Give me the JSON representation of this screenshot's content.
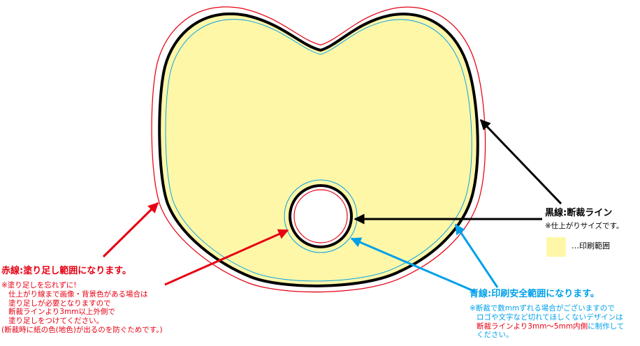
{
  "colors": {
    "bleed_red": "#e60012",
    "cut_black": "#000000",
    "safe_blue": "#00a0e9",
    "print_fill": "#fff7a8"
  },
  "red_label": {
    "title": "赤線:塗り足し範囲になります。",
    "lines": [
      "※塗り足しを忘れずに!",
      "仕上がり線まで画像・背景色がある場合は",
      "塗り足しが必要となりますので",
      "断裁ラインより3mm以上外側で",
      "塗り足しをつけてください。",
      "(断裁時に紙の色(地色)が出るのを防ぐためです。)"
    ]
  },
  "black_label": {
    "title": "黒線:断裁ライン",
    "note": "※仕上がりサイズです。"
  },
  "legend": {
    "label": "…印刷範囲"
  },
  "blue_label": {
    "title": "青線:印刷安全範囲になります。",
    "lines": [
      "※断裁で数mmずれる場合がございますので",
      "ロゴや文字など切れてほしくないデザインは"
    ],
    "line3_red": "断裁ラインより3mm〜5mm内側",
    "line3_rest": "に制作してください。",
    "line4": "ください。"
  }
}
